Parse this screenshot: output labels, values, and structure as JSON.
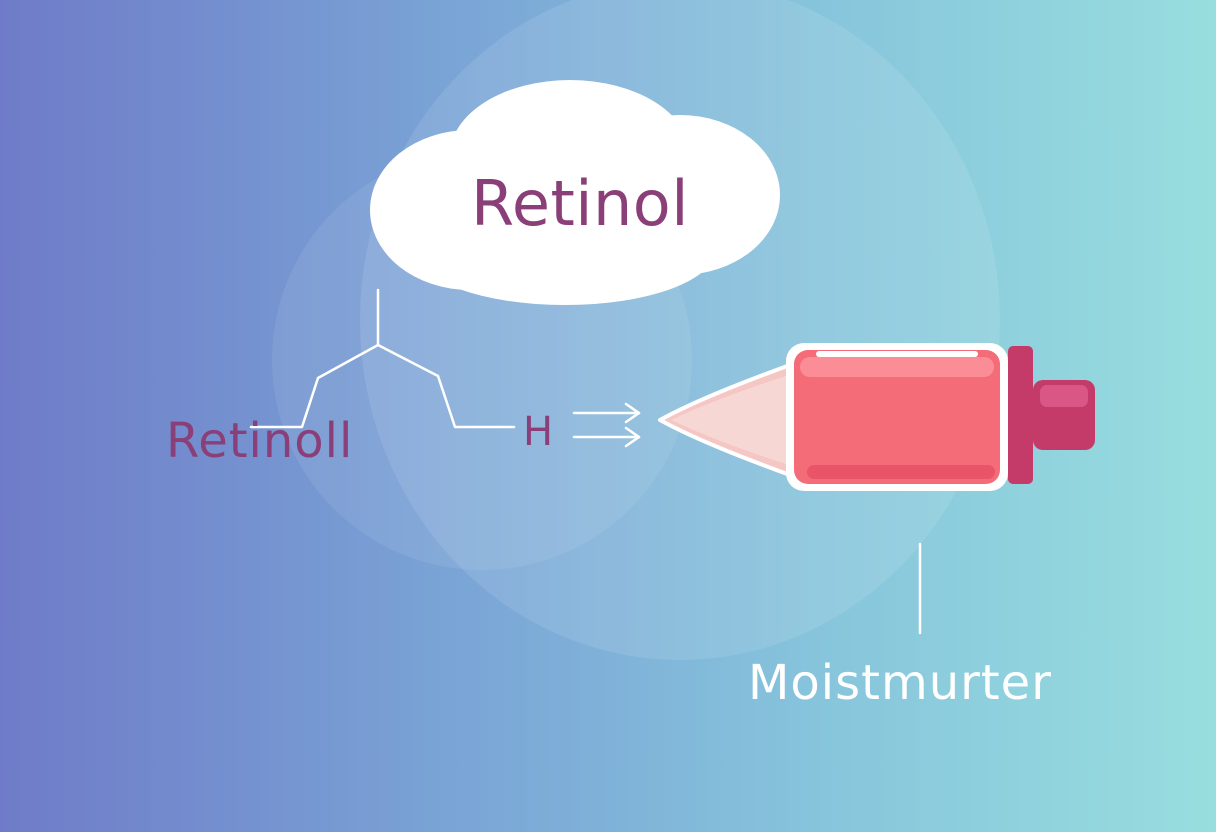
{
  "diagram": {
    "title": "Retinol",
    "left_label": "Retinoll",
    "h_label": "H",
    "bottom_label": "Moistmurter",
    "colors": {
      "background_start": "#6f7bc8",
      "background_end": "#98dede",
      "label_purple": "#8a3f78",
      "tube_red": "#f56c79",
      "cap_magenta": "#c43b69",
      "line_white": "#ffffff"
    },
    "icons": {
      "cloud": "cloud-icon",
      "molecule": "molecule-structure-icon",
      "arrow": "double-arrow-icon",
      "tube": "lotion-tube-icon",
      "leader": "leader-line-icon"
    }
  }
}
